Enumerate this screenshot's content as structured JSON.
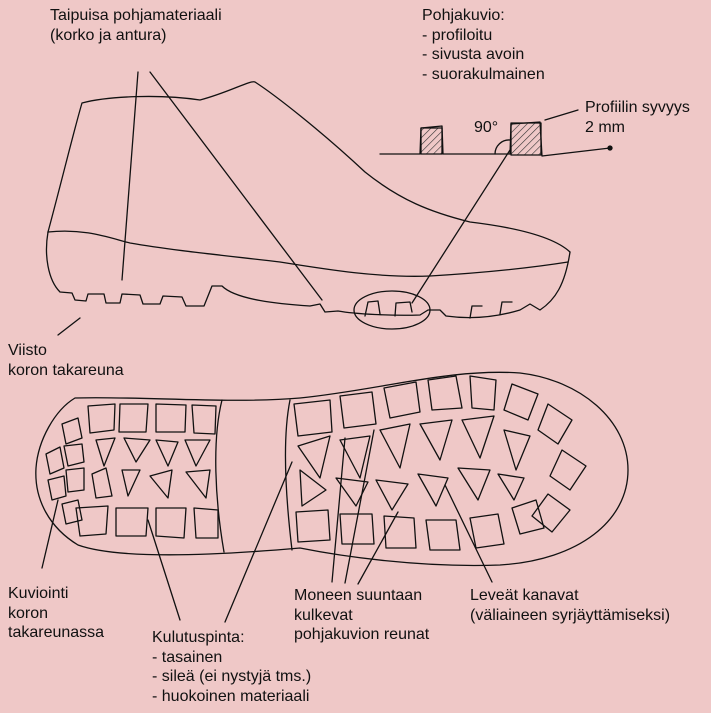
{
  "labels": {
    "flexible_sole": {
      "line1": "Taipuisa pohjamateriaali",
      "line2": "(korko ja antura)"
    },
    "pattern": {
      "title": "Pohjakuvio:",
      "item1": "- profiloitu",
      "item2": "- sivusta avoin",
      "item3": "- suorakulmainen"
    },
    "depth": {
      "line1": "Profiilin syvyys",
      "line2": "2 mm"
    },
    "angle": "90°",
    "heel_edge": {
      "line1": "Viisto",
      "line2": "koron takareuna"
    },
    "heel_pattern": {
      "line1": "Kuviointi",
      "line2": "koron",
      "line3": "takareunassa"
    },
    "wear_surface": {
      "title": "Kulutuspinta:",
      "item1": "- tasainen",
      "item2": "- sileä (ei nystyjä tms.)",
      "item3": "- huokoinen materiaali"
    },
    "multi_direction": {
      "line1": "Moneen suuntaan",
      "line2": "kulkevat",
      "line3": "pohjakuvion reunat"
    },
    "channels": {
      "line1": "Leveät kanavat",
      "line2": "(väliaineen syrjäyttämiseksi)"
    }
  },
  "colors": {
    "background": "#efc8c7",
    "ink": "#111111",
    "hatch": "#333333"
  }
}
